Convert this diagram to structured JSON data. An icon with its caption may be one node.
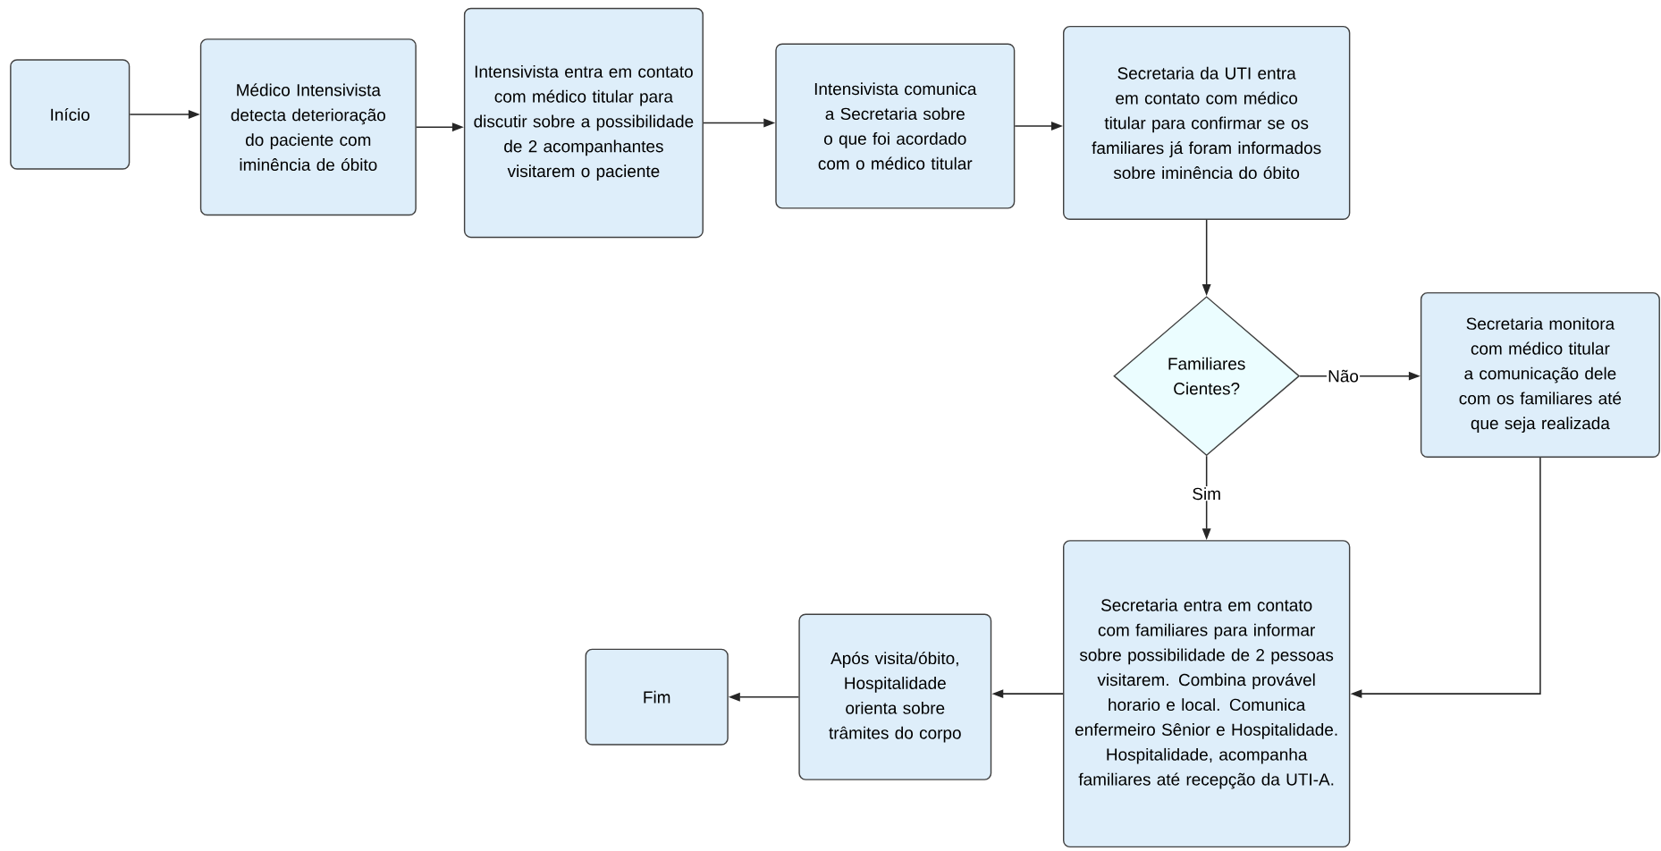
{
  "diagram": {
    "nodes": [
      {
        "text": [
          "Início"
        ]
      },
      {
        "text": [
          "Médico Intensivista detecta deterioração do paciente com iminência de óbito"
        ]
      },
      {
        "text": [
          "Intensivista entra em contato com médico titular para discutir sobre a possibilidade de 2 acompanhantes visitarem o paciente"
        ]
      },
      {
        "text": [
          "Intensivista comunica a Secretaria sobre o que foi acordado com o médico titular"
        ]
      },
      {
        "text": [
          "Secretaria da UTI entra em contato com médico titular para confirmar se os familiares já foram informados sobre iminência do óbito"
        ]
      },
      {
        "text": [
          "Familiares Cientes?"
        ]
      },
      {
        "text": [
          "Secretaria monitora com médico titular a comunicação dele com os familiares até que seja realizada"
        ]
      },
      {
        "text": [
          "Secretaria entra em contato com familiares para informar sobre possibilidade de 2 pessoas visitarem. Combina provável horario e local. Comunica enfermeiro Sênior e Hospitalidade. Hospitalidade, acompanha familiares até recepção da UTI-A."
        ]
      },
      {
        "text": [
          "Após visita/óbito, Hospitalidade orienta sobre trâmites do corpo"
        ]
      },
      {
        "text": [
          "Fim"
        ]
      }
    ],
    "edges": [
      {
        "from": 0,
        "to": 1,
        "arrow": "to"
      },
      {
        "from": 1,
        "to": 2,
        "arrow": "to"
      },
      {
        "from": 2,
        "to": 3,
        "arrow": "to"
      },
      {
        "from": 3,
        "to": 4,
        "arrow": "to"
      },
      {
        "from": 4,
        "to": 5,
        "arrow": "to"
      },
      {
        "from": 5,
        "to": 6,
        "arrow": "to",
        "label": "Não"
      },
      {
        "from": 5,
        "to": 7,
        "arrow": "to",
        "label": "Sim"
      },
      {
        "from": 6,
        "to": 7,
        "arrow": "to"
      },
      {
        "from": 7,
        "to": 8,
        "arrow": "to"
      },
      {
        "from": 8,
        "to": 9,
        "arrow": "to"
      }
    ]
  }
}
